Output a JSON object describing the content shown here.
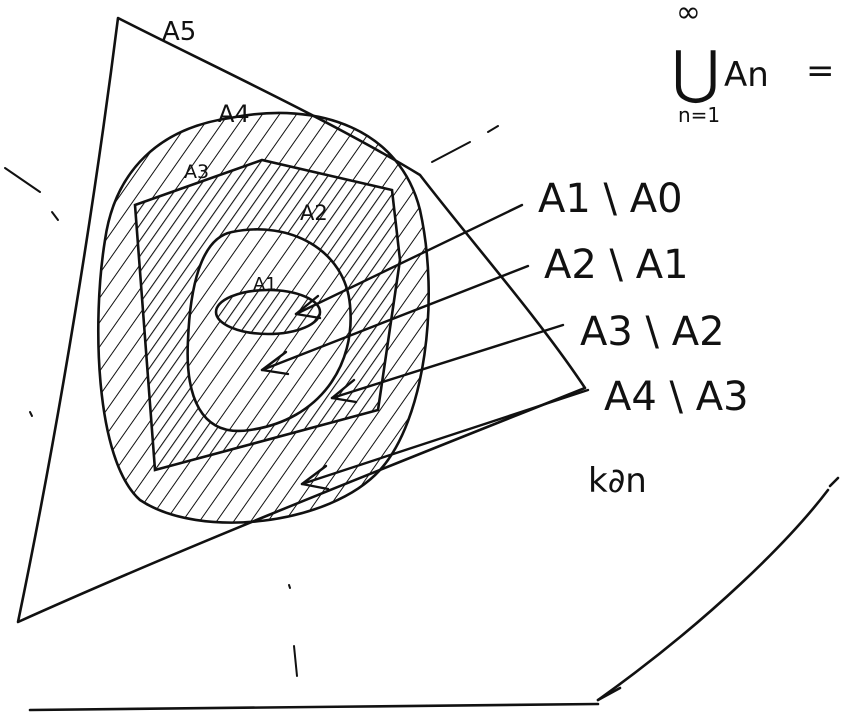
{
  "diagram": {
    "ink_color": "#111111",
    "background_color": "#ffffff",
    "set_labels": {
      "a5": "A5",
      "a4": "A4",
      "a3": "A3",
      "a2": "A2",
      "a1": "A1"
    },
    "union_expression": {
      "superscript": "∞",
      "symbol": "⋃",
      "term": "An",
      "equals": "=",
      "subscript": "n=1"
    },
    "differences": [
      "A1 \\ A0",
      "A2 \\ A1",
      "A3 \\ A2",
      "A4 \\ A3"
    ],
    "note": "k∂n"
  }
}
